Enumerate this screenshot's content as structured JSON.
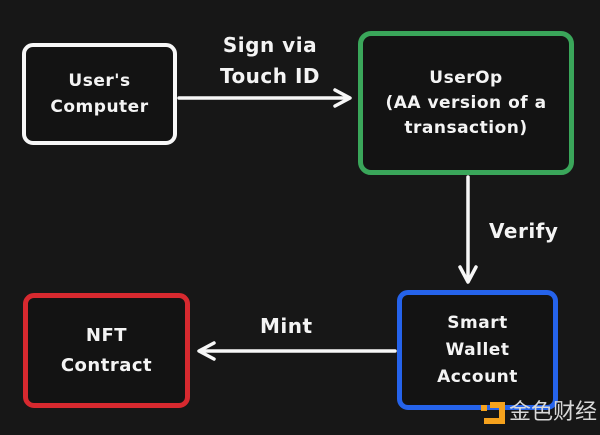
{
  "colors": {
    "background": "#171717",
    "arrow_stroke": "#f7f7f7",
    "users_computer_border": "#f7f7f7",
    "userop_border": "#3aa65a",
    "smart_wallet_border": "#2563eb",
    "nft_contract_border": "#d7292f",
    "watermark_icon": "#f5a21d",
    "watermark_text": "#d8d8d8"
  },
  "nodes": {
    "users_computer": {
      "line1": "User's",
      "line2": "Computer"
    },
    "userop": {
      "line1": "UserOp",
      "line2": "(AA version of a",
      "line3": "transaction)"
    },
    "smart_wallet": {
      "line1": "Smart",
      "line2": "Wallet",
      "line3": "Account"
    },
    "nft_contract": {
      "line1": "NFT",
      "line2": "Contract"
    }
  },
  "edges": {
    "sign": {
      "line1": "Sign via",
      "line2": "Touch ID"
    },
    "verify": {
      "label": "Verify"
    },
    "mint": {
      "label": "Mint"
    }
  },
  "watermark": {
    "brand": "金色财经"
  }
}
